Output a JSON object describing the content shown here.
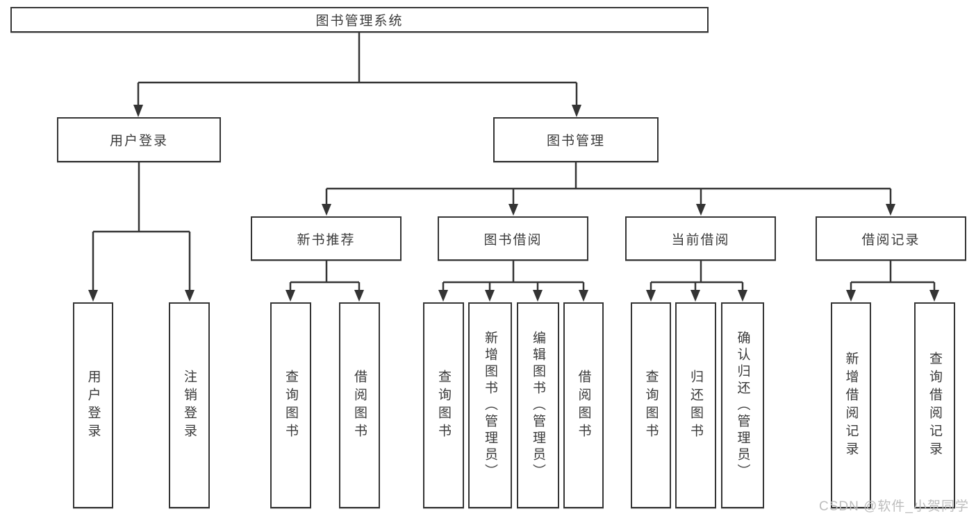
{
  "diagram": {
    "title": "图书管理系统",
    "colors": {
      "line": "#343434",
      "box_border": "#343434",
      "text": "#3a3a3a",
      "background": "#ffffff",
      "watermark": "#bdbdbd"
    },
    "nodes": {
      "root": {
        "label": "图书管理系统"
      },
      "user_login": {
        "label": "用户登录"
      },
      "book_mgmt": {
        "label": "图书管理"
      },
      "new_book_rec": {
        "label": "新书推荐"
      },
      "book_borrow": {
        "label": "图书借阅"
      },
      "current_borrow": {
        "label": "当前借阅"
      },
      "borrow_record": {
        "label": "借阅记录"
      },
      "leaf_user_login": {
        "label": "用户登录"
      },
      "leaf_logout": {
        "label": "注销登录"
      },
      "leaf_query_book_1": {
        "label": "查询图书"
      },
      "leaf_borrow_book_1": {
        "label": "借阅图书"
      },
      "leaf_query_book_2": {
        "label": "查询图书"
      },
      "leaf_add_book_admin": {
        "label": "新增图书（管理员）"
      },
      "leaf_edit_book_admin": {
        "label": "编辑图书（管理员）"
      },
      "leaf_borrow_book_2": {
        "label": "借阅图书"
      },
      "leaf_query_book_3": {
        "label": "查询图书"
      },
      "leaf_return_book": {
        "label": "归还图书"
      },
      "leaf_confirm_return_admin": {
        "label": "确认归还（管理员）"
      },
      "leaf_add_borrow_record": {
        "label": "新增借阅记录"
      },
      "leaf_query_borrow_record": {
        "label": "查询借阅记录"
      }
    },
    "hierarchy": [
      [
        "图书管理系统",
        "用户登录"
      ],
      [
        "图书管理系统",
        "图书管理"
      ],
      [
        "用户登录",
        "用户登录"
      ],
      [
        "用户登录",
        "注销登录"
      ],
      [
        "图书管理",
        "新书推荐"
      ],
      [
        "图书管理",
        "图书借阅"
      ],
      [
        "图书管理",
        "当前借阅"
      ],
      [
        "图书管理",
        "借阅记录"
      ],
      [
        "新书推荐",
        "查询图书"
      ],
      [
        "新书推荐",
        "借阅图书"
      ],
      [
        "图书借阅",
        "查询图书"
      ],
      [
        "图书借阅",
        "新增图书（管理员）"
      ],
      [
        "图书借阅",
        "编辑图书（管理员）"
      ],
      [
        "图书借阅",
        "借阅图书"
      ],
      [
        "当前借阅",
        "查询图书"
      ],
      [
        "当前借阅",
        "归还图书"
      ],
      [
        "当前借阅",
        "确认归还（管理员）"
      ],
      [
        "借阅记录",
        "新增借阅记录"
      ],
      [
        "借阅记录",
        "查询借阅记录"
      ]
    ],
    "watermark": "CSDN @软件_小贺同学"
  }
}
